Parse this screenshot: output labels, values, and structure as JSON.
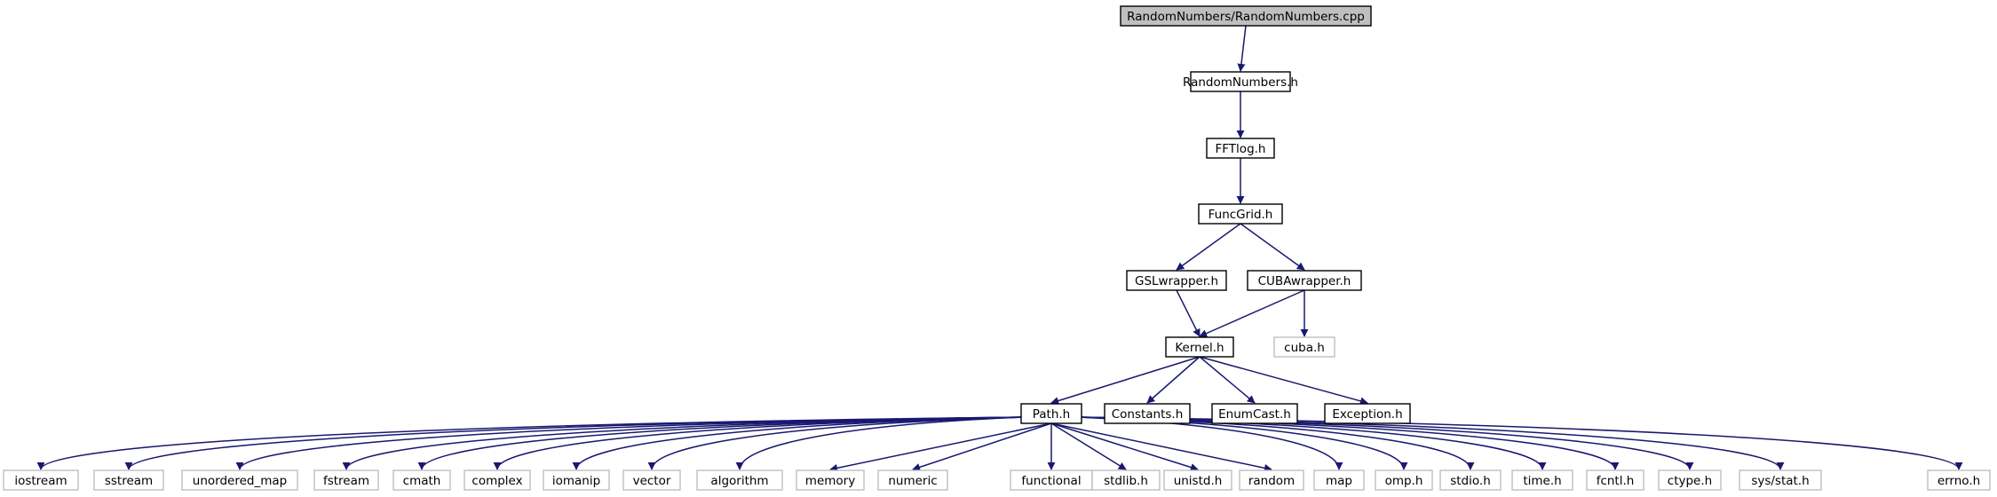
{
  "diagram": {
    "title": "",
    "colors": {
      "edge": "#191970",
      "local_border": "#000000",
      "system_border": "#bfbfbf",
      "root_fill": "#bfbfbf",
      "node_fill": "#ffffff",
      "text": "#000000"
    },
    "nodes": [
      {
        "id": "root",
        "label": "RandomNumbers/RandomNumbers.cpp",
        "kind": "root"
      },
      {
        "id": "randomnumbers_h",
        "label": "RandomNumbers.h",
        "kind": "local"
      },
      {
        "id": "fftlog_h",
        "label": "FFTlog.h",
        "kind": "local"
      },
      {
        "id": "funcgrid_h",
        "label": "FuncGrid.h",
        "kind": "local"
      },
      {
        "id": "gslwrapper_h",
        "label": "GSLwrapper.h",
        "kind": "local"
      },
      {
        "id": "cubawrapper_h",
        "label": "CUBAwrapper.h",
        "kind": "local"
      },
      {
        "id": "kernel_h",
        "label": "Kernel.h",
        "kind": "local"
      },
      {
        "id": "cuba_h",
        "label": "cuba.h",
        "kind": "system"
      },
      {
        "id": "path_h",
        "label": "Path.h",
        "kind": "local"
      },
      {
        "id": "constants_h",
        "label": "Constants.h",
        "kind": "local"
      },
      {
        "id": "enumcast_h",
        "label": "EnumCast.h",
        "kind": "local"
      },
      {
        "id": "exception_h",
        "label": "Exception.h",
        "kind": "local"
      },
      {
        "id": "iostream",
        "label": "iostream",
        "kind": "system"
      },
      {
        "id": "sstream",
        "label": "sstream",
        "kind": "system"
      },
      {
        "id": "unordered_map",
        "label": "unordered_map",
        "kind": "system"
      },
      {
        "id": "fstream",
        "label": "fstream",
        "kind": "system"
      },
      {
        "id": "cmath",
        "label": "cmath",
        "kind": "system"
      },
      {
        "id": "complex",
        "label": "complex",
        "kind": "system"
      },
      {
        "id": "iomanip",
        "label": "iomanip",
        "kind": "system"
      },
      {
        "id": "vector",
        "label": "vector",
        "kind": "system"
      },
      {
        "id": "algorithm",
        "label": "algorithm",
        "kind": "system"
      },
      {
        "id": "memory",
        "label": "memory",
        "kind": "system"
      },
      {
        "id": "numeric",
        "label": "numeric",
        "kind": "system"
      },
      {
        "id": "functional",
        "label": "functional",
        "kind": "system"
      },
      {
        "id": "stdlib_h",
        "label": "stdlib.h",
        "kind": "system"
      },
      {
        "id": "unistd_h",
        "label": "unistd.h",
        "kind": "system"
      },
      {
        "id": "random",
        "label": "random",
        "kind": "system"
      },
      {
        "id": "map",
        "label": "map",
        "kind": "system"
      },
      {
        "id": "omp_h",
        "label": "omp.h",
        "kind": "system"
      },
      {
        "id": "stdio_h",
        "label": "stdio.h",
        "kind": "system"
      },
      {
        "id": "time_h",
        "label": "time.h",
        "kind": "system"
      },
      {
        "id": "fcntl_h",
        "label": "fcntl.h",
        "kind": "system"
      },
      {
        "id": "ctype_h",
        "label": "ctype.h",
        "kind": "system"
      },
      {
        "id": "sys_stat_h",
        "label": "sys/stat.h",
        "kind": "system"
      },
      {
        "id": "errno_h",
        "label": "errno.h",
        "kind": "system"
      }
    ],
    "edges": [
      [
        "root",
        "randomnumbers_h"
      ],
      [
        "randomnumbers_h",
        "fftlog_h"
      ],
      [
        "fftlog_h",
        "funcgrid_h"
      ],
      [
        "funcgrid_h",
        "gslwrapper_h"
      ],
      [
        "funcgrid_h",
        "cubawrapper_h"
      ],
      [
        "gslwrapper_h",
        "kernel_h"
      ],
      [
        "cubawrapper_h",
        "kernel_h"
      ],
      [
        "cubawrapper_h",
        "cuba_h"
      ],
      [
        "kernel_h",
        "path_h"
      ],
      [
        "kernel_h",
        "constants_h"
      ],
      [
        "kernel_h",
        "enumcast_h"
      ],
      [
        "kernel_h",
        "exception_h"
      ],
      [
        "path_h",
        "iostream"
      ],
      [
        "path_h",
        "sstream"
      ],
      [
        "path_h",
        "unordered_map"
      ],
      [
        "path_h",
        "fstream"
      ],
      [
        "path_h",
        "cmath"
      ],
      [
        "path_h",
        "complex"
      ],
      [
        "path_h",
        "iomanip"
      ],
      [
        "path_h",
        "vector"
      ],
      [
        "path_h",
        "algorithm"
      ],
      [
        "path_h",
        "memory"
      ],
      [
        "path_h",
        "numeric"
      ],
      [
        "path_h",
        "functional"
      ],
      [
        "path_h",
        "stdlib_h"
      ],
      [
        "path_h",
        "unistd_h"
      ],
      [
        "path_h",
        "random"
      ],
      [
        "path_h",
        "map"
      ],
      [
        "path_h",
        "omp_h"
      ],
      [
        "path_h",
        "stdio_h"
      ],
      [
        "path_h",
        "time_h"
      ],
      [
        "path_h",
        "fcntl_h"
      ],
      [
        "path_h",
        "ctype_h"
      ],
      [
        "path_h",
        "sys_stat_h"
      ],
      [
        "path_h",
        "errno_h"
      ]
    ]
  }
}
